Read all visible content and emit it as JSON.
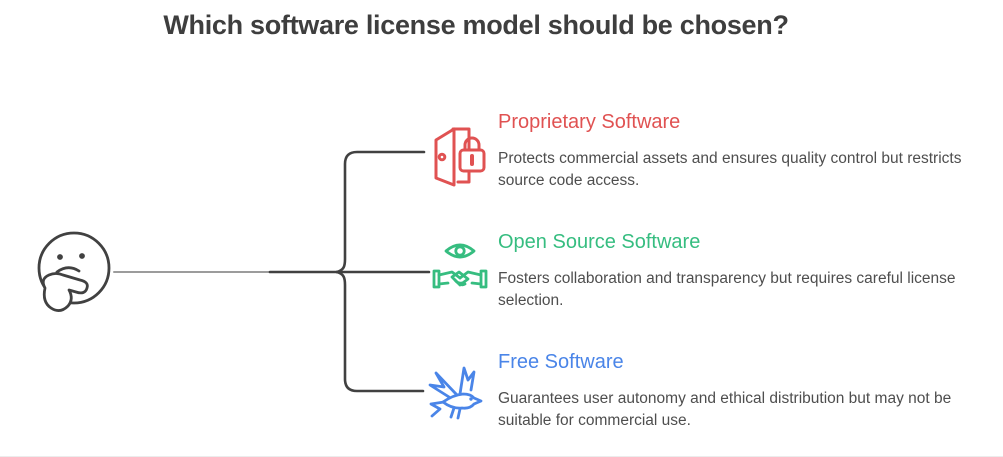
{
  "title": "Which software license model should be chosen?",
  "colors": {
    "title_text": "#3e3e3e",
    "body_text": "#4e4e4e",
    "line_dark": "#414141",
    "line_light": "#9c9c9c",
    "proprietary": "#e05252",
    "open_source": "#36bd80",
    "free": "#4a85e8"
  },
  "thinker": {
    "icon": "thinking-face-icon"
  },
  "branches": [
    {
      "id": "proprietary",
      "icon": "door-lock-icon",
      "label": "Proprietary Software",
      "description": "Protects commercial assets and ensures quality control but restricts source code access.",
      "color": "#e05252"
    },
    {
      "id": "open-source",
      "icon": "eye-handshake-icon",
      "label": "Open Source Software",
      "description": "Fosters collaboration and transparency but requires careful license selection.",
      "color": "#36bd80"
    },
    {
      "id": "free",
      "icon": "bird-icon",
      "label": "Free Software",
      "description": "Guarantees user autonomy and ethical distribution but may not be suitable for commercial use.",
      "color": "#4a85e8"
    }
  ]
}
